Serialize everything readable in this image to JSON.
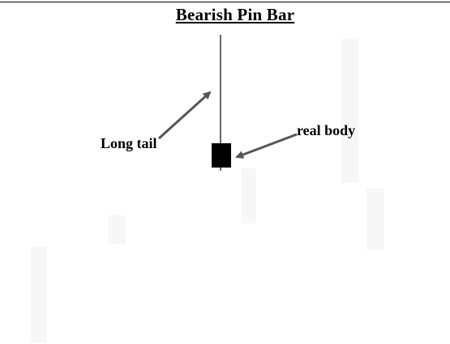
{
  "title": "Bearish Pin Bar",
  "labels": {
    "long_tail": "Long tail",
    "real_body": "real body"
  },
  "colors": {
    "candle": "#000000",
    "arrow": "#555555"
  }
}
